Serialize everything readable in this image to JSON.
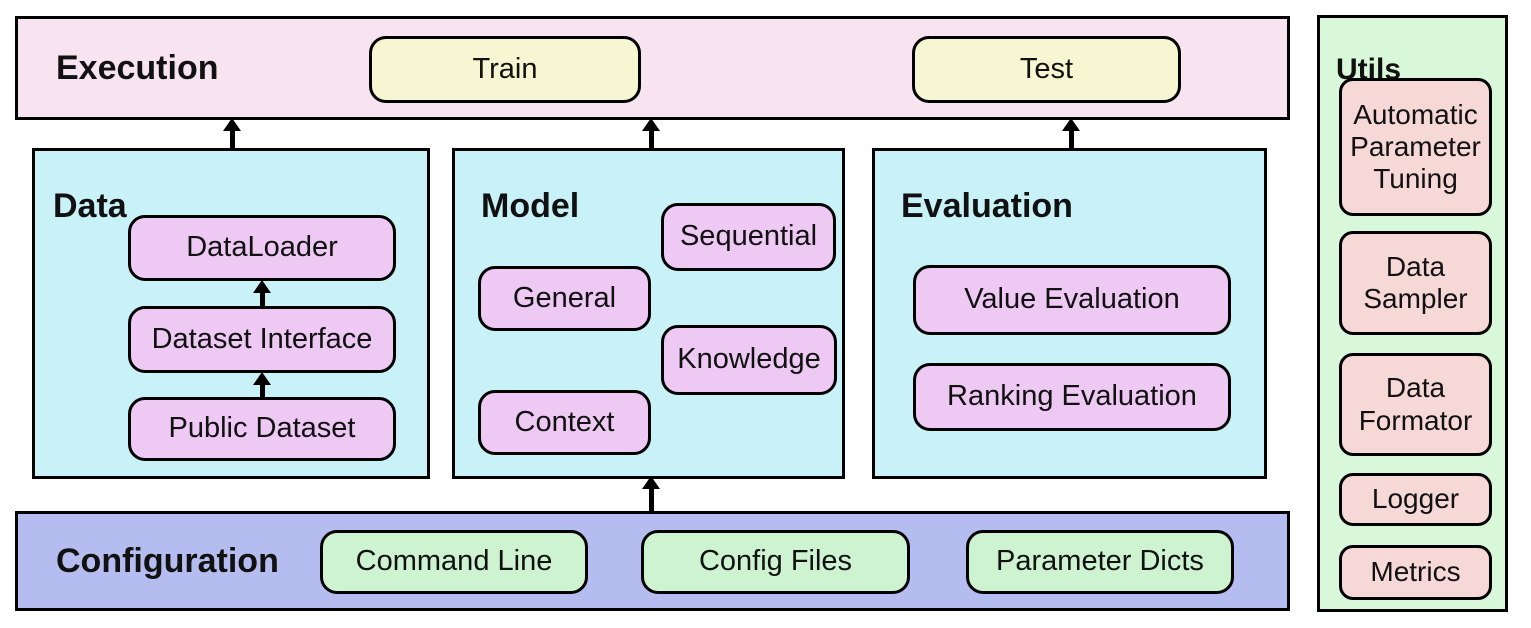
{
  "diagram": {
    "execution": {
      "title": "Execution",
      "items": [
        "Train",
        "Test"
      ]
    },
    "data": {
      "title": "Data",
      "items": [
        "DataLoader",
        "Dataset Interface",
        "Public Dataset"
      ]
    },
    "model": {
      "title": "Model",
      "items": [
        "Sequential",
        "General",
        "Knowledge",
        "Context"
      ]
    },
    "evaluation": {
      "title": "Evaluation",
      "items": [
        "Value Evaluation",
        "Ranking Evaluation"
      ]
    },
    "configuration": {
      "title": "Configuration",
      "items": [
        "Command Line",
        "Config Files",
        "Parameter Dicts"
      ]
    },
    "utils": {
      "title": "Utils",
      "items": [
        "Automatic Parameter Tuning",
        "Data Sampler",
        "Data Formator",
        "Logger",
        "Metrics"
      ]
    }
  },
  "arrows": [
    "data-to-execution",
    "model-to-execution",
    "evaluation-to-execution",
    "configuration-to-model",
    "public-dataset-to-dataset-interface",
    "dataset-interface-to-dataloader"
  ],
  "colors": {
    "pink": "#f8e3f1",
    "yellow": "#f6f6d2",
    "cyan": "#c9f1f8",
    "purple": "#edc9f3",
    "periwinkle": "#b5bdf0",
    "green": "#cdf3d1",
    "utilsGreen": "#d9f7d9",
    "utilsPink": "#f6d8d6",
    "line": "#000000"
  }
}
